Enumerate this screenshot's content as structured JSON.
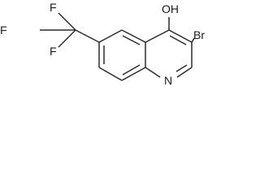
{
  "structure": {
    "atoms": {
      "hydroxyl": "OH",
      "bromine": "Br",
      "nitrogen": "N",
      "fluorine_top": "F",
      "fluorine_left": "F",
      "fluorine_bottom": "F"
    }
  }
}
